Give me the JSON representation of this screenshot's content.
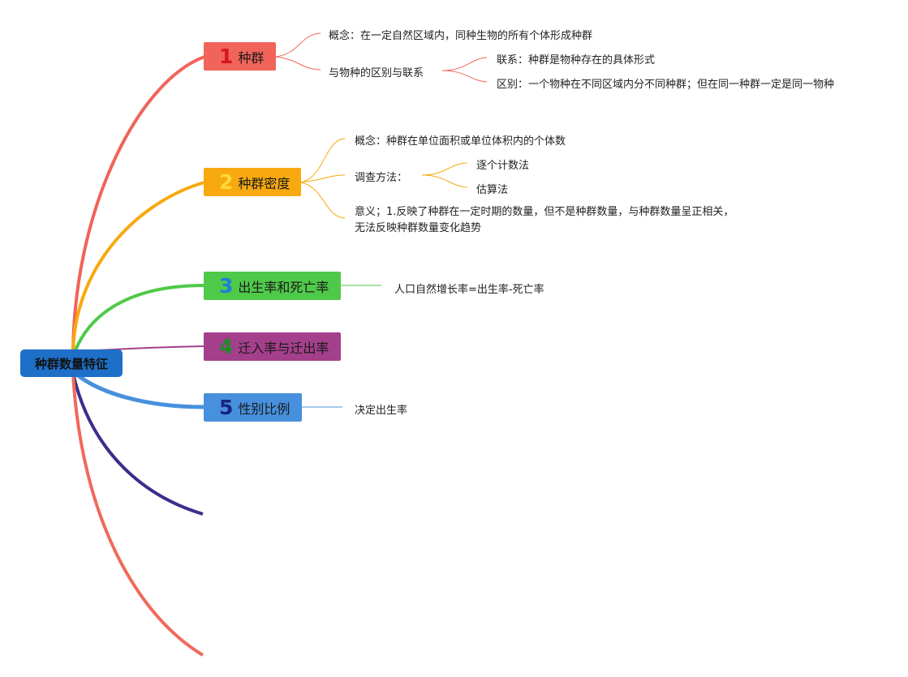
{
  "root": "种群数量特征",
  "colors": {
    "t1": "#f0645a",
    "t2": "#f7a90f",
    "t3": "#4fc949",
    "t4": "#a43f8c",
    "t5": "#4790dd",
    "root": "#1e6fc8",
    "extra_purple": "#3a2e8c",
    "extra_red": "#ef6a5c"
  },
  "topics": [
    {
      "num": "1",
      "label": "种群"
    },
    {
      "num": "2",
      "label": "种群密度"
    },
    {
      "num": "3",
      "label": "出生率和死亡率"
    },
    {
      "num": "4",
      "label": "迁入率与迁出率"
    },
    {
      "num": "5",
      "label": "性别比例"
    }
  ],
  "t1": {
    "concept": "概念：在一定自然区域内，同种生物的所有个体形成种群",
    "relation": "与物种的区别与联系",
    "link": "联系：种群是物种存在的具体形式",
    "diff": "区别：一个物种在不同区域内分不同种群；但在同一种群一定是同一物种"
  },
  "t2": {
    "concept": "概念：种群在单位面积或单位体积内的个体数",
    "method": "调查方法：",
    "m1": "逐个计数法",
    "m2": "估算法",
    "meaning": "意义；1.反映了种群在一定时期的数量，但不是种群数量，与种群数量呈正相关，无法反映种群数量变化趋势"
  },
  "t3": {
    "formula": "人口自然增长率=出生率-死亡率"
  },
  "t5": {
    "note": "决定出生率"
  }
}
